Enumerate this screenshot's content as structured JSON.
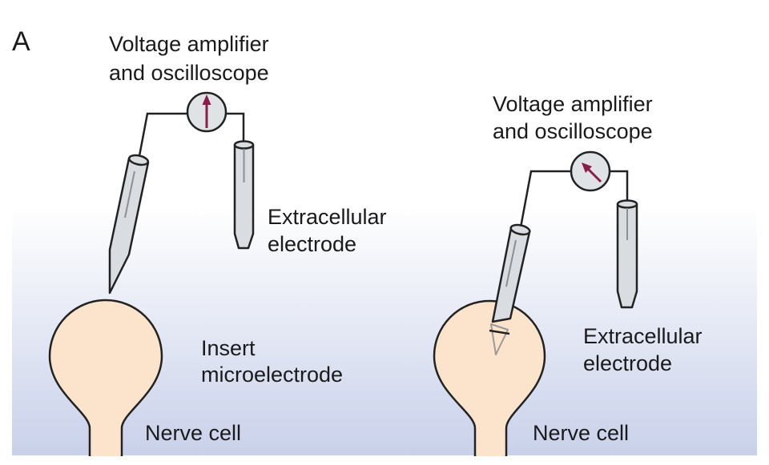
{
  "panel_letter": "A",
  "left": {
    "amplifier_label_line1": "Voltage amplifier",
    "amplifier_label_line2": "and oscilloscope",
    "electrode_label_line1": "Extracellular",
    "electrode_label_line2": "electrode",
    "action_label_line1": "Insert",
    "action_label_line2": "microelectrode",
    "cell_label": "Nerve cell"
  },
  "right": {
    "amplifier_label_line1": "Voltage amplifier",
    "amplifier_label_line2": "and oscilloscope",
    "electrode_label_line1": "Extracellular",
    "electrode_label_line2": "electrode",
    "cell_label": "Nerve cell"
  },
  "colors": {
    "cell_fill": "#fce4cc",
    "electrode_fill": "#d9dde1",
    "meter_fill": "#dfe3e6",
    "needle": "#8c1c4a",
    "outline": "#222222",
    "background_top": "#ffffff",
    "background_bottom": "#c9d1ea"
  },
  "icons": [
    "meter-needle-icon"
  ]
}
